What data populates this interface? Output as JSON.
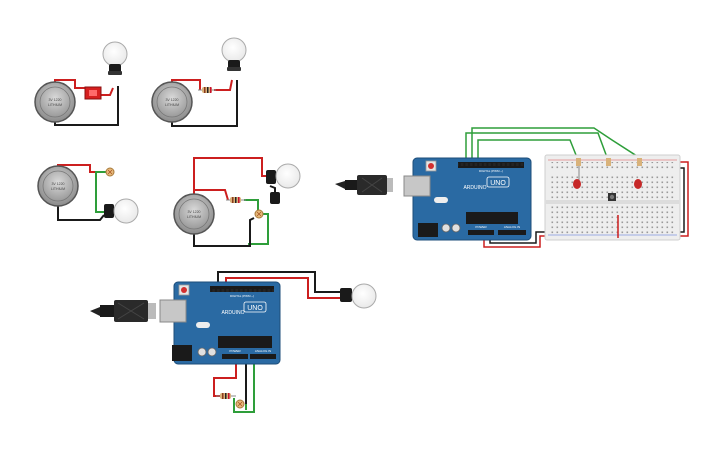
{
  "arduino": {
    "brand": "ARDUINO",
    "model": "UNO",
    "header_digital": "DIGITAL (PWM ~)",
    "header_power": "POWER",
    "header_analog": "ANALOG IN"
  },
  "battery": {
    "label_line1": "3V 1220",
    "label_line2": "LITHIUM"
  },
  "colors": {
    "wire_red": "#cc1f1f",
    "wire_green": "#2e9e3a",
    "wire_black": "#1a1a1a",
    "board_blue": "#2a6aa3",
    "breadboard": "#eeeeee"
  }
}
